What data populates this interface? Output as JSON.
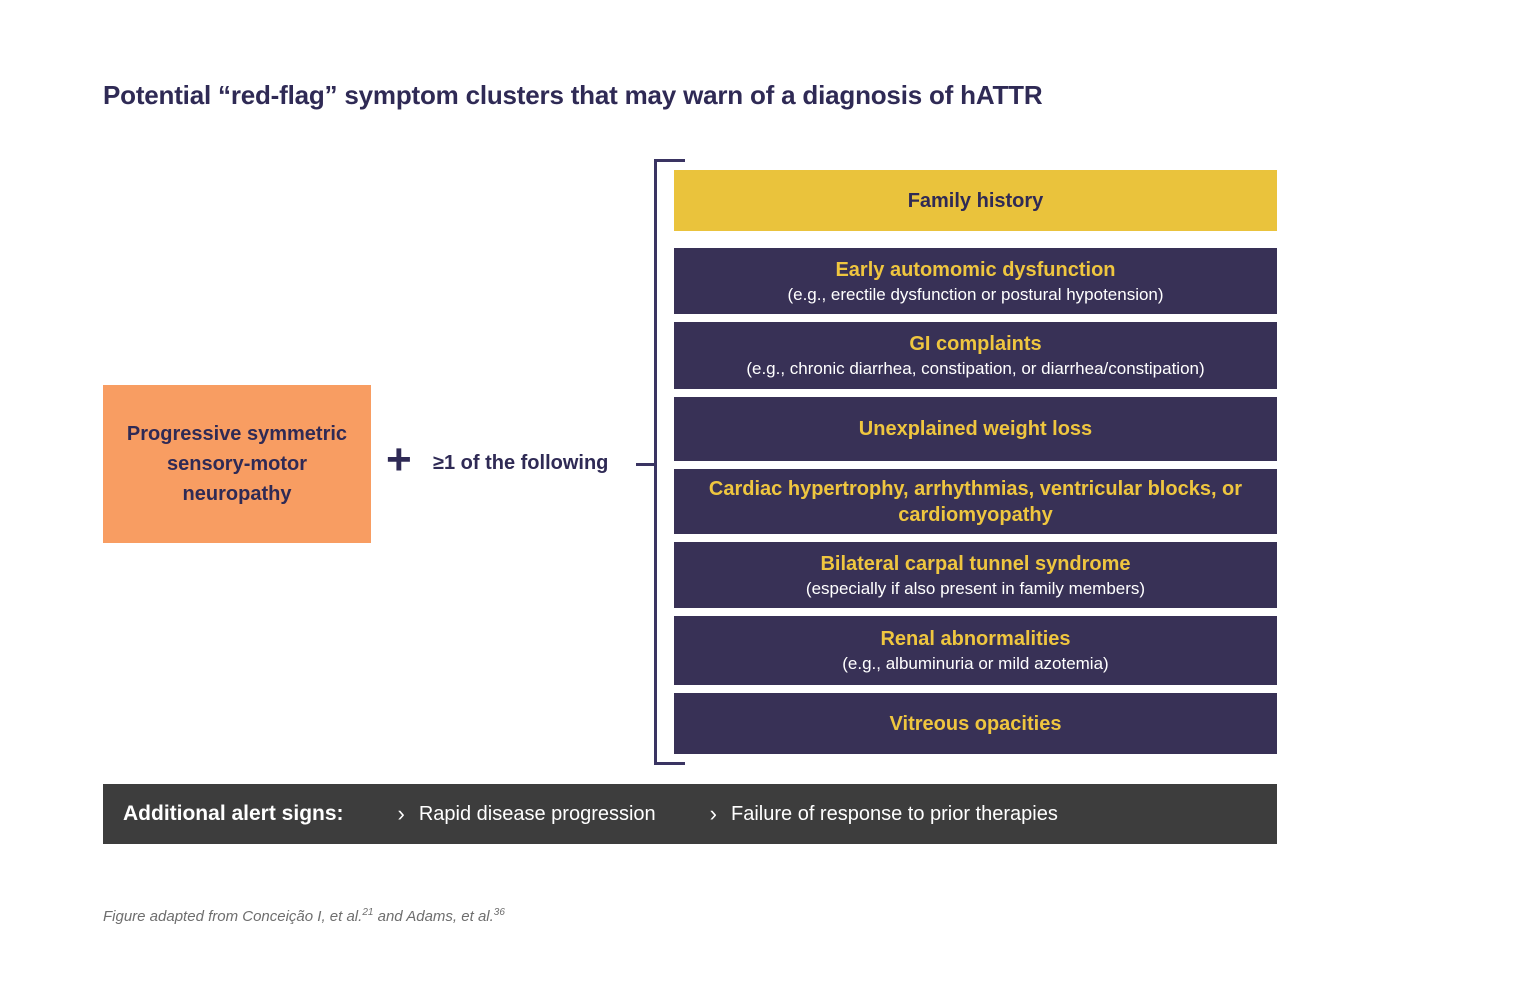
{
  "page": {
    "title": "Potential “red-flag” symptom clusters that may warn of a diagnosis of hATTR"
  },
  "colors": {
    "navy_box": "#383156",
    "yellow_box": "#EAC33C",
    "orange_box": "#F89D62",
    "dark_bar": "#3D3D3D",
    "title_text": "#2F2A55",
    "yellow_text": "#EFC63F",
    "footnote_text": "#6E6E6E"
  },
  "diagram": {
    "left_box": {
      "label": "Progressive symmetric sensory-motor neuropathy"
    },
    "plus_icon": "+",
    "condition": "≥1 of the following",
    "symptoms": [
      {
        "heading": "Family history",
        "subtext": ""
      },
      {
        "heading": "Early automomic dysfunction",
        "subtext": "(e.g., erectile dysfunction or postural hypotension)"
      },
      {
        "heading": "GI complaints",
        "subtext": "(e.g., chronic diarrhea, constipation, or diarrhea/constipation)"
      },
      {
        "heading": "Unexplained weight loss",
        "subtext": ""
      },
      {
        "heading": "Cardiac hypertrophy, arrhythmias, ventricular blocks, or cardiomyopathy",
        "subtext": ""
      },
      {
        "heading": "Bilateral carpal tunnel syndrome",
        "subtext": "(especially if also present in family members)"
      },
      {
        "heading": "Renal abnormalities",
        "subtext": "(e.g., albuminuria or mild azotemia)"
      },
      {
        "heading": "Vitreous opacities",
        "subtext": ""
      }
    ]
  },
  "alert_bar": {
    "label": "Additional alert signs:",
    "items": [
      {
        "bullet": "›",
        "text": "Rapid disease progression"
      },
      {
        "bullet": "›",
        "text": "Failure of response to prior therapies"
      }
    ]
  },
  "footnote": {
    "text1": "Figure adapted from Conceição I, et al.",
    "sup1": "21",
    "text2": " and Adams, et al.",
    "sup2": "36"
  }
}
